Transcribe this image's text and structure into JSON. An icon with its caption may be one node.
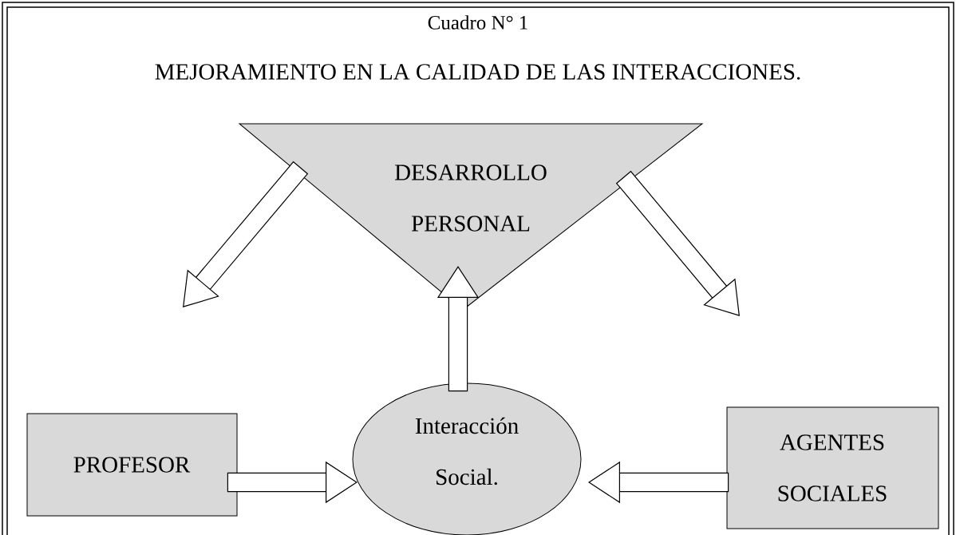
{
  "diagram": {
    "title": "MEJORAMIENTO EN LA CALIDAD DE LAS INTERACCIONES.",
    "nodes": [
      {
        "text": [
          "DESARROLLO PERSONAL"
        ]
      },
      {
        "text": [
          "PROFESOR"
        ]
      },
      {
        "text": [
          "Interacción Social."
        ]
      },
      {
        "text": [
          "AGENTES SOCIALES"
        ]
      }
    ],
    "edges": [
      {
        "from": 0,
        "to": null,
        "arrow": "to"
      },
      {
        "from": 0,
        "to": null,
        "arrow": "to"
      },
      {
        "from": 2,
        "to": 0,
        "arrow": "to"
      },
      {
        "from": 1,
        "to": 2,
        "arrow": "to"
      },
      {
        "from": 3,
        "to": 2,
        "arrow": "to"
      }
    ],
    "labels": [
      "Cuadro N° 1"
    ]
  }
}
